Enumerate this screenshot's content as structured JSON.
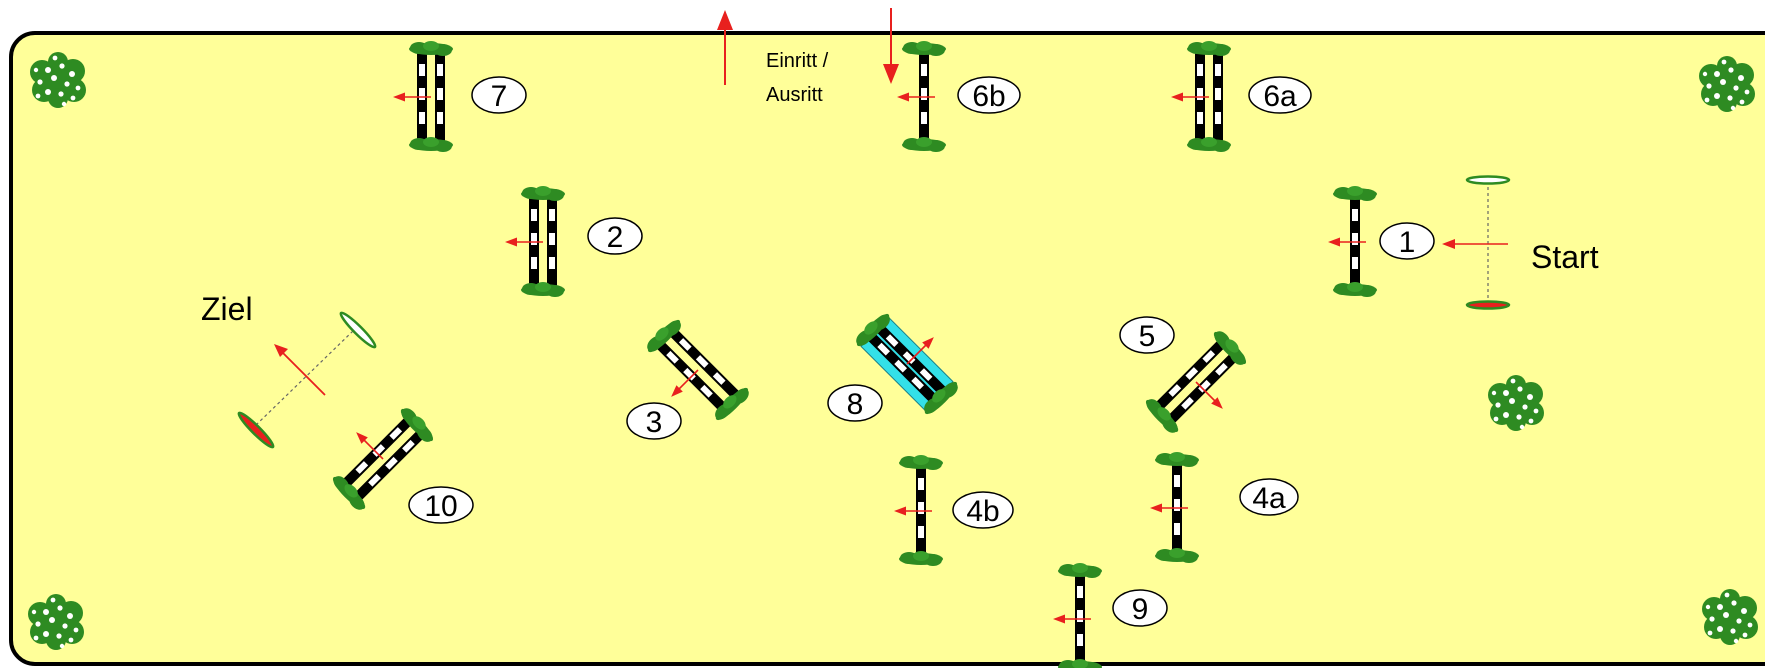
{
  "entry_label_line1": "Einritt /",
  "entry_label_line2": "Ausritt",
  "start_label": "Start",
  "finish_label": "Ziel",
  "arena_color": "#FFFF99",
  "fence_color": "#000000",
  "foliage_color": "#2E8B22",
  "arrow_color": "#E8201E",
  "water_color": "#33E0E8",
  "jumps": [
    {
      "id": "1",
      "label": "1",
      "type": "vertical"
    },
    {
      "id": "2",
      "label": "2",
      "type": "oxer"
    },
    {
      "id": "3",
      "label": "3",
      "type": "oxer"
    },
    {
      "id": "4a",
      "label": "4a",
      "type": "vertical"
    },
    {
      "id": "4b",
      "label": "4b",
      "type": "vertical"
    },
    {
      "id": "5",
      "label": "5",
      "type": "oxer"
    },
    {
      "id": "6a",
      "label": "6a",
      "type": "oxer"
    },
    {
      "id": "6b",
      "label": "6b",
      "type": "vertical"
    },
    {
      "id": "7",
      "label": "7",
      "type": "oxer"
    },
    {
      "id": "8",
      "label": "8",
      "type": "water"
    },
    {
      "id": "9",
      "label": "9",
      "type": "vertical"
    },
    {
      "id": "10",
      "label": "10",
      "type": "oxer"
    }
  ]
}
